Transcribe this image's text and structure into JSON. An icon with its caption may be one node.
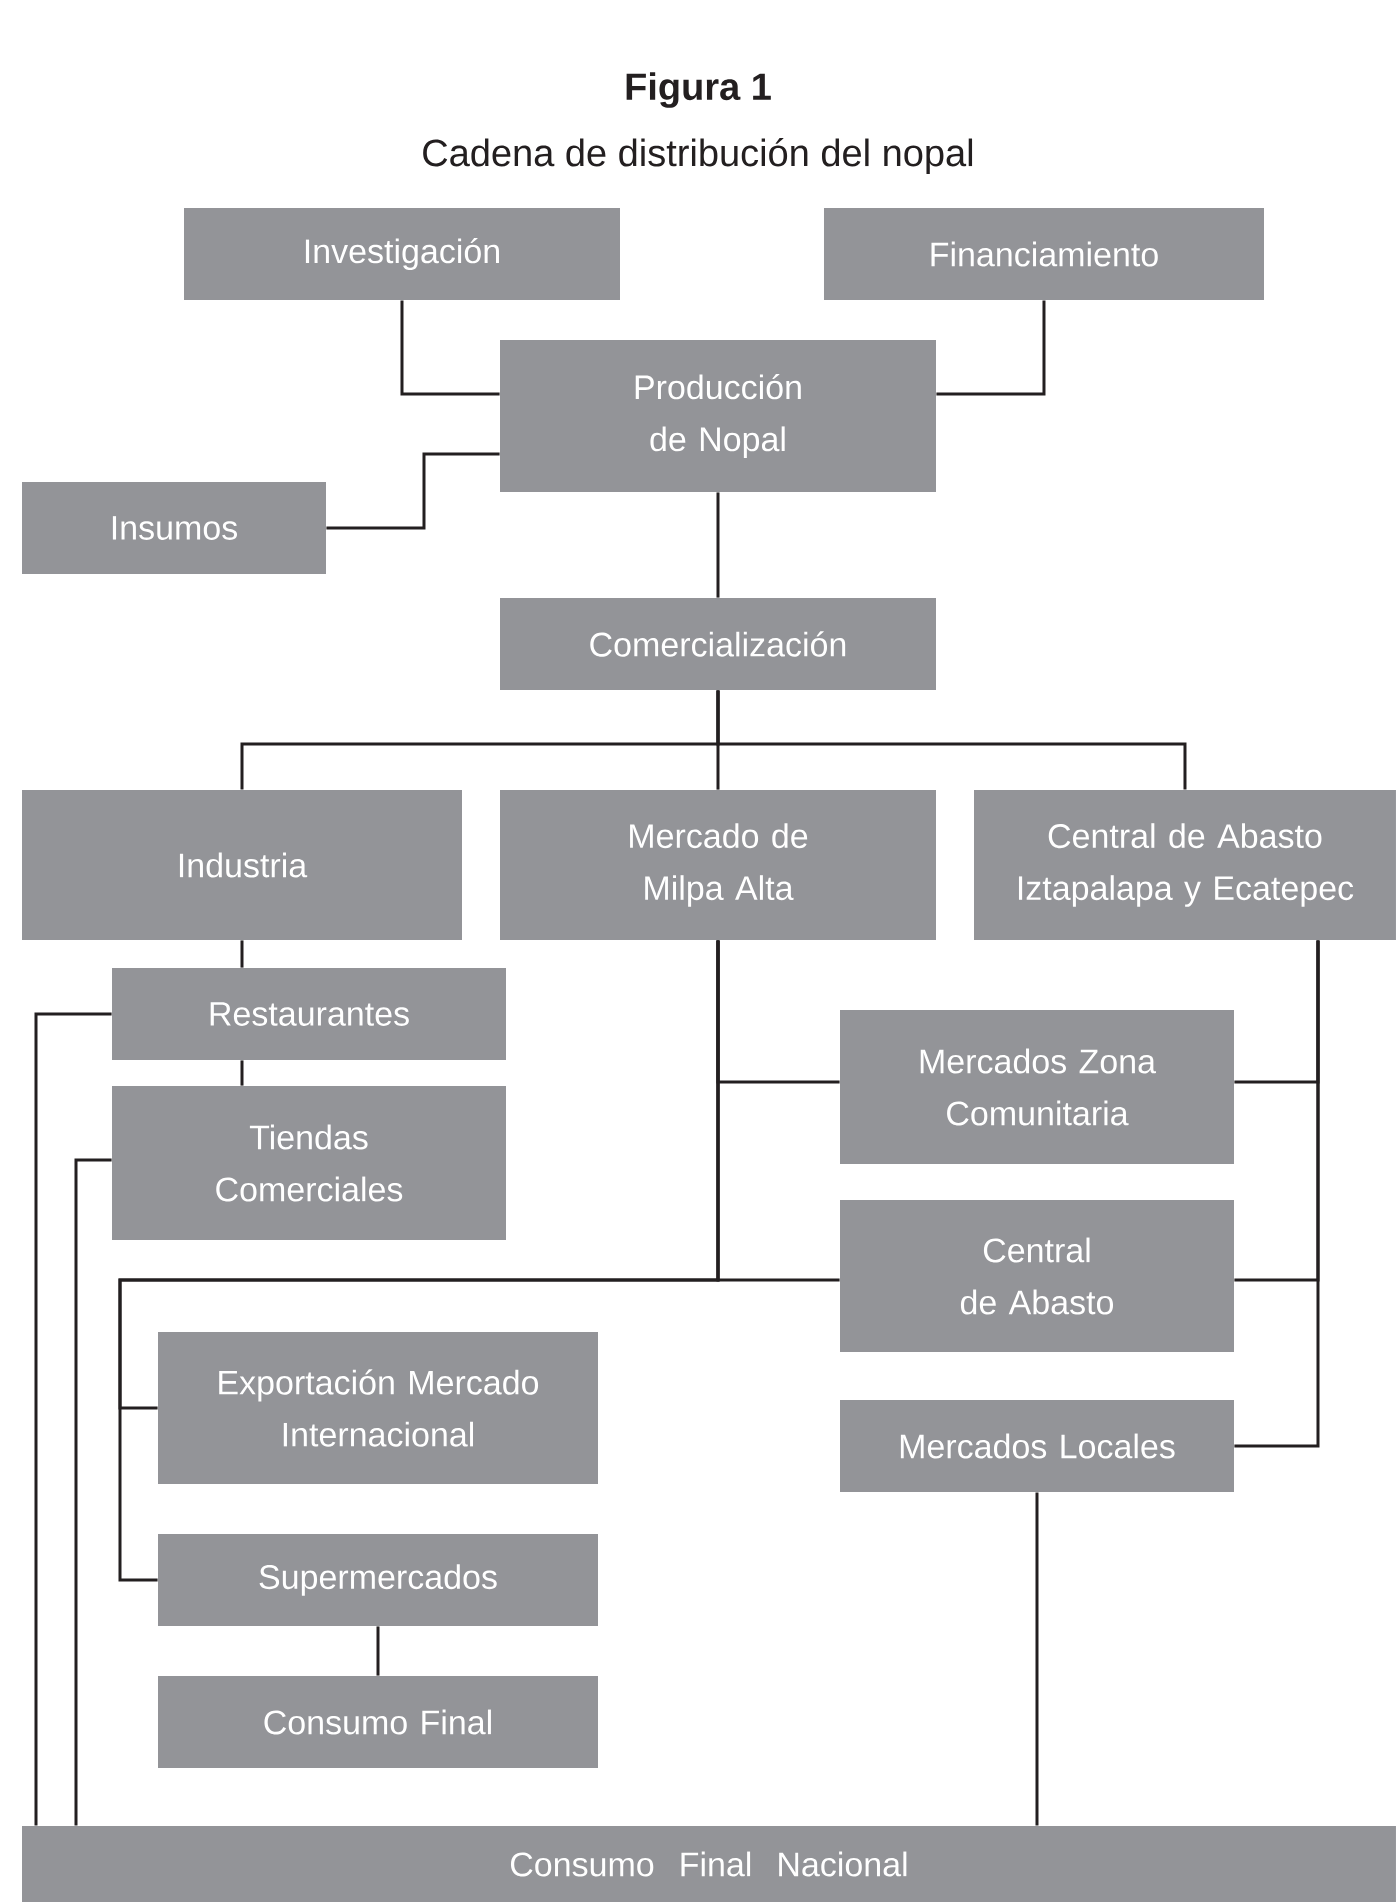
{
  "diagram": {
    "title": "Figura 1",
    "caption": "Cadena de distribución del nopal",
    "nodes": [
      {
        "text": [
          "Investigación"
        ]
      },
      {
        "text": [
          "Financiamiento"
        ]
      },
      {
        "text": [
          "Producción de Nopal"
        ]
      },
      {
        "text": [
          "Insumos"
        ]
      },
      {
        "text": [
          "Comercialización"
        ]
      },
      {
        "text": [
          "Industria"
        ]
      },
      {
        "text": [
          "Mercado de Milpa Alta"
        ]
      },
      {
        "text": [
          "Central de Abasto Iztapalapa y Ecatepec"
        ]
      },
      {
        "text": [
          "Restaurantes"
        ]
      },
      {
        "text": [
          "Tiendas Comerciales"
        ]
      },
      {
        "text": [
          "Mercados Zona Comunitaria"
        ]
      },
      {
        "text": [
          "Central de Abasto"
        ]
      },
      {
        "text": [
          "Exportación Mercado Internacional"
        ]
      },
      {
        "text": [
          "Mercados Locales"
        ]
      },
      {
        "text": [
          "Supermercados"
        ]
      },
      {
        "text": [
          "Consumo Final"
        ]
      },
      {
        "text": [
          "Consumo Final Nacional"
        ]
      }
    ],
    "edges": [
      {
        "from": 0,
        "to": 2,
        "arrow": "none"
      },
      {
        "from": 1,
        "to": 2,
        "arrow": "none"
      },
      {
        "from": 3,
        "to": 2,
        "arrow": "none"
      },
      {
        "from": 2,
        "to": 4,
        "arrow": "none"
      },
      {
        "from": 4,
        "to": 5,
        "arrow": "none"
      },
      {
        "from": 4,
        "to": 6,
        "arrow": "none"
      },
      {
        "from": 4,
        "to": 7,
        "arrow": "none"
      },
      {
        "from": 5,
        "to": 8,
        "arrow": "none"
      },
      {
        "from": 8,
        "to": 9,
        "arrow": "none"
      },
      {
        "from": 8,
        "to": 16,
        "arrow": "none"
      },
      {
        "from": 9,
        "to": 16,
        "arrow": "none"
      },
      {
        "from": 6,
        "to": 10,
        "arrow": "none"
      },
      {
        "from": 6,
        "to": 11,
        "arrow": "none"
      },
      {
        "from": 6,
        "to": 12,
        "arrow": "none"
      },
      {
        "from": 6,
        "to": 14,
        "arrow": "none"
      },
      {
        "from": 7,
        "to": 10,
        "arrow": "none"
      },
      {
        "from": 7,
        "to": 11,
        "arrow": "none"
      },
      {
        "from": 7,
        "to": 13,
        "arrow": "none"
      },
      {
        "from": 14,
        "to": 15,
        "arrow": "none"
      },
      {
        "from": 13,
        "to": 16,
        "arrow": "none"
      }
    ]
  }
}
